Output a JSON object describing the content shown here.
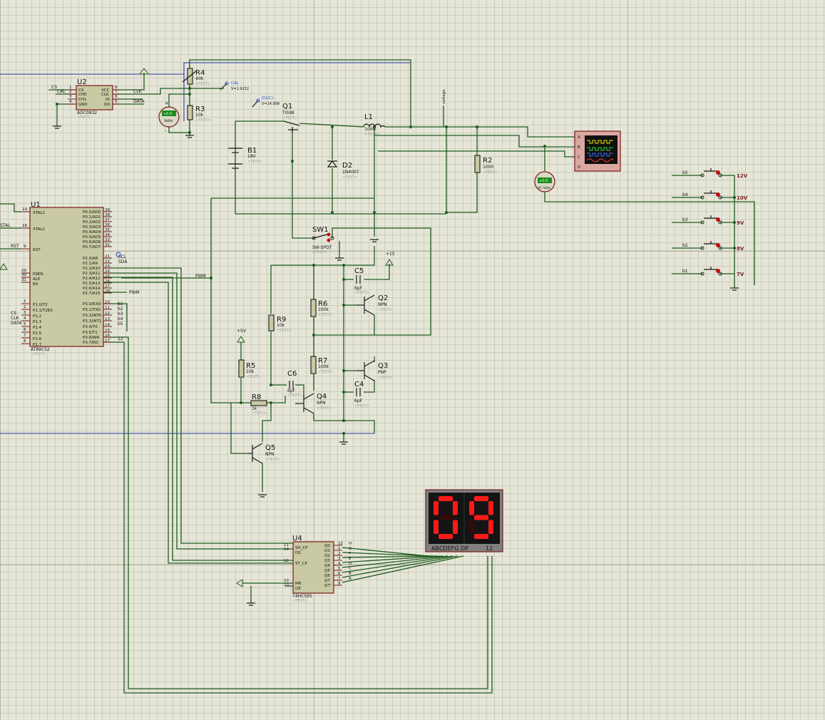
{
  "components": {
    "U1": {
      "ref": "U1",
      "part": "AT89C52",
      "text": "<TEXT>",
      "left_pins": [
        {
          "n": "19",
          "name": "XTAL1"
        },
        {
          "n": "18",
          "name": "XTAL2"
        },
        {
          "n": "9",
          "name": "RST"
        },
        {
          "n": "29",
          "name": "PSEN"
        },
        {
          "n": "30",
          "name": "ALE"
        },
        {
          "n": "31",
          "name": "EA"
        },
        {
          "n": "1",
          "name": "P1.0/T2"
        },
        {
          "n": "2",
          "name": "P1.1/T2EX"
        },
        {
          "n": "3",
          "name": "P1.2"
        },
        {
          "n": "4",
          "name": "P1.3"
        },
        {
          "n": "5",
          "name": "P1.4"
        },
        {
          "n": "6",
          "name": "P1.5"
        },
        {
          "n": "7",
          "name": "P1.6"
        },
        {
          "n": "8",
          "name": "P1.7"
        }
      ],
      "right_pins": [
        {
          "n": "39",
          "name": "P0.0/AD0"
        },
        {
          "n": "38",
          "name": "P0.1/AD1"
        },
        {
          "n": "37",
          "name": "P0.2/AD2"
        },
        {
          "n": "36",
          "name": "P0.3/AD3"
        },
        {
          "n": "35",
          "name": "P0.4/AD4"
        },
        {
          "n": "34",
          "name": "P0.5/AD5"
        },
        {
          "n": "33",
          "name": "P0.6/AD6"
        },
        {
          "n": "32",
          "name": "P0.7/AD7"
        },
        {
          "n": "21",
          "name": "P2.0/A8"
        },
        {
          "n": "22",
          "name": "P2.1/A9"
        },
        {
          "n": "23",
          "name": "P2.2/A10"
        },
        {
          "n": "24",
          "name": "P2.3/A11"
        },
        {
          "n": "25",
          "name": "P2.4/A12"
        },
        {
          "n": "26",
          "name": "P2.5/A13"
        },
        {
          "n": "27",
          "name": "P2.6/A14"
        },
        {
          "n": "28",
          "name": "P2.7/A15"
        },
        {
          "n": "10",
          "name": "P3.0/RXD"
        },
        {
          "n": "11",
          "name": "P3.1/TXD"
        },
        {
          "n": "12",
          "name": "P3.2/INT0"
        },
        {
          "n": "13",
          "name": "P3.3/INT1"
        },
        {
          "n": "14",
          "name": "P3.4/T0"
        },
        {
          "n": "15",
          "name": "P3.5/T1"
        },
        {
          "n": "16",
          "name": "P3.6/WR"
        },
        {
          "n": "17",
          "name": "P3.7/RD"
        }
      ],
      "net_labels": [
        "STAL",
        "RST",
        "CS",
        "CLK",
        "DATA",
        "SCL",
        "SDA",
        "PWM",
        "b1",
        "b2",
        "b3",
        "b4",
        "b5",
        "12"
      ]
    },
    "U2": {
      "ref": "U2",
      "part": "ADC0832",
      "text": "<TEXT>",
      "left_pins": [
        {
          "n": "1",
          "name": "CS"
        },
        {
          "n": "2",
          "name": "CH0"
        },
        {
          "n": "3",
          "name": "CH1"
        },
        {
          "n": "4",
          "name": "GND"
        }
      ],
      "right_pins": [
        {
          "n": "8",
          "name": "VCC"
        },
        {
          "n": "7",
          "name": "CLK"
        },
        {
          "n": "6",
          "name": "DI"
        },
        {
          "n": "5",
          "name": "DO"
        }
      ],
      "net_labels": [
        "CS",
        "CAL",
        "CLK",
        "DATA"
      ]
    },
    "U4": {
      "ref": "U4",
      "part": "74HC595",
      "text": "<TEXT>",
      "left_pins": [
        {
          "n": "11",
          "name": "SH_CP"
        },
        {
          "n": "14",
          "name": "DS"
        },
        {
          "n": "12",
          "name": "ST_CP"
        },
        {
          "n": "10",
          "name": "MR"
        },
        {
          "n": "13",
          "name": "OE"
        }
      ],
      "right_pins": [
        {
          "n": "15",
          "name": "Q0"
        },
        {
          "n": "1",
          "name": "Q1"
        },
        {
          "n": "2",
          "name": "Q2"
        },
        {
          "n": "3",
          "name": "Q3"
        },
        {
          "n": "4",
          "name": "Q4"
        },
        {
          "n": "5",
          "name": "Q5"
        },
        {
          "n": "6",
          "name": "Q6"
        },
        {
          "n": "7",
          "name": "Q7"
        },
        {
          "n": "9",
          "name": "Q7'"
        }
      ],
      "out_labels": [
        "H",
        "G",
        "F",
        "E",
        "D",
        "C",
        "B",
        "A"
      ]
    },
    "R4": {
      "ref": "R4",
      "value": "40k",
      "text": "<TEXT>"
    },
    "R3": {
      "ref": "R3",
      "value": "10k",
      "text": "<TEXT>"
    },
    "R2": {
      "ref": "R2",
      "value": "1000",
      "text": "<TEXT>"
    },
    "R5": {
      "ref": "R5",
      "value": "10k",
      "text": "<TEXT>"
    },
    "R6": {
      "ref": "R6",
      "value": "100k",
      "text": "<TEXT>"
    },
    "R7": {
      "ref": "R7",
      "value": "100k",
      "text": "<TEXT>"
    },
    "R8": {
      "ref": "R8",
      "value": "1k",
      "text": "<TEXT>"
    },
    "R9": {
      "ref": "R9",
      "value": "10k",
      "text": "<TEXT>"
    },
    "Q1": {
      "ref": "Q1",
      "part": "TIS98",
      "text": "<TEXT>"
    },
    "Q2": {
      "ref": "Q2",
      "part": "NPN",
      "text": "<TEXT>"
    },
    "Q3": {
      "ref": "Q3",
      "part": "PNP",
      "text": "<TEXT>"
    },
    "Q4": {
      "ref": "Q4",
      "part": "NPN",
      "text": "<TEXT>"
    },
    "Q5": {
      "ref": "Q5",
      "part": "NPN",
      "text": "<TEXT>"
    },
    "C4": {
      "ref": "C4",
      "value": "6pF",
      "text": "<TEXT>"
    },
    "C5": {
      "ref": "C5",
      "value": "6pF",
      "text": "<TEXT>"
    },
    "C6": {
      "ref": "C6",
      "value": "6pF",
      "text": "<TEXT>"
    },
    "D2": {
      "ref": "D2",
      "part": "1N4007",
      "text": "<TEXT>"
    },
    "L1": {
      "ref": "L1",
      "value": "100H",
      "text": "<TEXT>"
    },
    "B1": {
      "ref": "B1",
      "value": "18V",
      "text": "<TEXT>"
    },
    "SW1": {
      "ref": "SW1",
      "part": "SW-SPDT",
      "text": "<TEXT>"
    }
  },
  "meters": {
    "left_voltmeter": {
      "reading": "+0.0",
      "unit": "Volts"
    },
    "right_voltmeter": {
      "reading": "+0.0",
      "unit": "AC Volts"
    }
  },
  "probes": {
    "cal": {
      "name": "CAL",
      "value": "V=1.9152"
    },
    "q1c": {
      "name": "Q1(C)",
      "value": "V=14.999"
    }
  },
  "scope": {
    "channels": [
      "A",
      "B",
      "C",
      "D"
    ],
    "trace_colors": [
      "#f2e600",
      "#2fd42f",
      "#3a6cff",
      "#ff3030"
    ]
  },
  "power_labels": {
    "plus15": "+15",
    "plus5v": "+5V",
    "voltage": "voltage"
  },
  "buttons": [
    {
      "net": "b5",
      "label": "12V"
    },
    {
      "net": "b4",
      "label": "10V"
    },
    {
      "net": "b3",
      "label": "9V"
    },
    {
      "net": "b2",
      "label": "8V"
    },
    {
      "net": "b1",
      "label": "7V"
    }
  ],
  "display": {
    "digits": "09",
    "segment_labels": "ABCDEFG DP",
    "common_labels": "12",
    "segment_color": "#ff1a1a"
  }
}
